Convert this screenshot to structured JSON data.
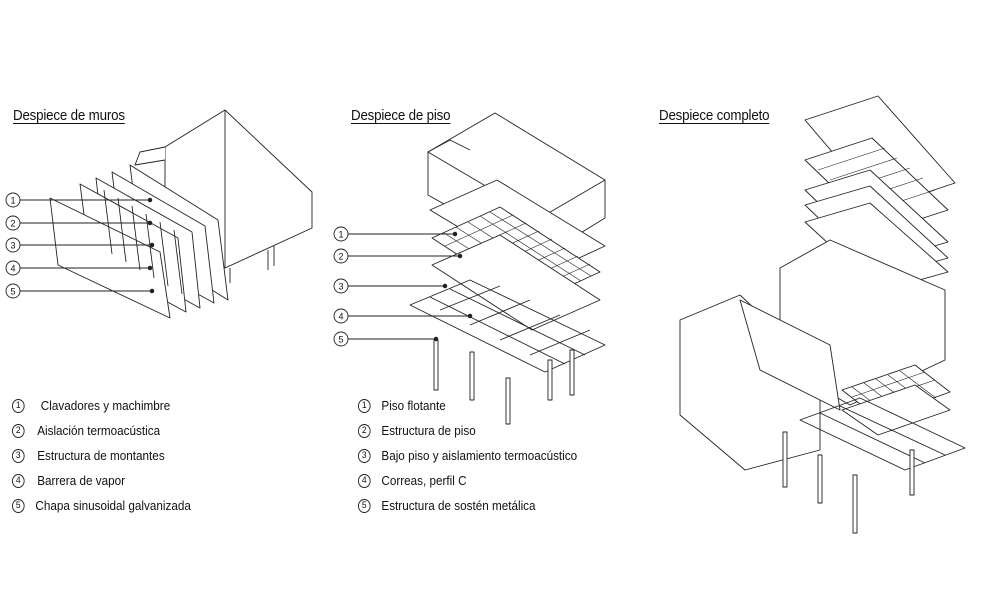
{
  "panels": [
    {
      "title": "Despiece de muros",
      "legend": [
        {
          "num": "1",
          "text": "Clavadores y machimbre"
        },
        {
          "num": "2",
          "text": "Aislación termoacústica"
        },
        {
          "num": "3",
          "text": "Estructura de montantes"
        },
        {
          "num": "4",
          "text": "Barrera de vapor"
        },
        {
          "num": "5",
          "text": "Chapa sinusoidal galvanizada"
        }
      ]
    },
    {
      "title": "Despiece de piso",
      "legend": [
        {
          "num": "1",
          "text": "Piso flotante"
        },
        {
          "num": "2",
          "text": "Estructura de piso"
        },
        {
          "num": "3",
          "text": "Bajo piso y aislamiento termoacústico"
        },
        {
          "num": "4",
          "text": "Correas, perfil C"
        },
        {
          "num": "5",
          "text": "Estructura de sostén metálica"
        }
      ]
    },
    {
      "title": "Despiece completo",
      "legend": []
    }
  ],
  "callouts": [
    "1",
    "2",
    "3",
    "4",
    "5"
  ]
}
